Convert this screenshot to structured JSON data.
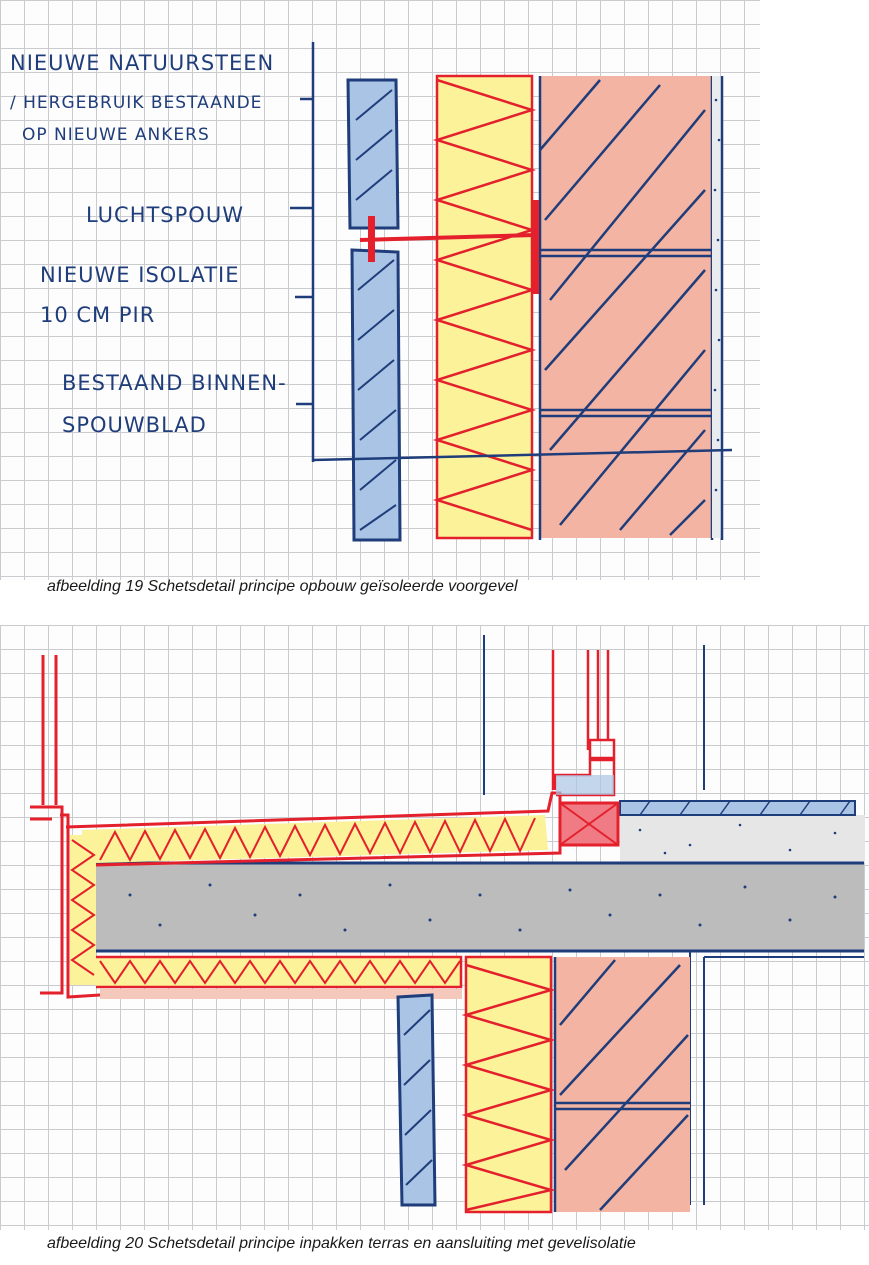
{
  "figure1": {
    "labels": {
      "natuursteen_1": "NIEUWE NATUURSTEEN",
      "natuursteen_2": "/ HERGEBRUIK BESTAANDE",
      "natuursteen_3": "OP NIEUWE ANKERS",
      "luchtspouw": "LUCHTSPOUW",
      "isolatie_1": "NIEUWE ISOLATIE",
      "isolatie_2": "10 CM PIR",
      "binnenblad_1": "BESTAAND BINNEN-",
      "binnenblad_2": "SPOUWBLAD"
    },
    "caption": "afbeelding 19  Schetsdetail principe opbouw geïsoleerde voorgevel"
  },
  "figure2": {
    "caption": "afbeelding 20  Schetsdetail principe inpakken terras en aansluiting met gevelisolatie"
  },
  "colors": {
    "stone": "#a9c4e4",
    "insulation": "#fbf29a",
    "brick": "#f3b4a3",
    "concrete": "#bcbcbc",
    "screed": "#e6e6e6",
    "ink_blue": "#1f3d7a",
    "ink_red": "#e3202c"
  }
}
